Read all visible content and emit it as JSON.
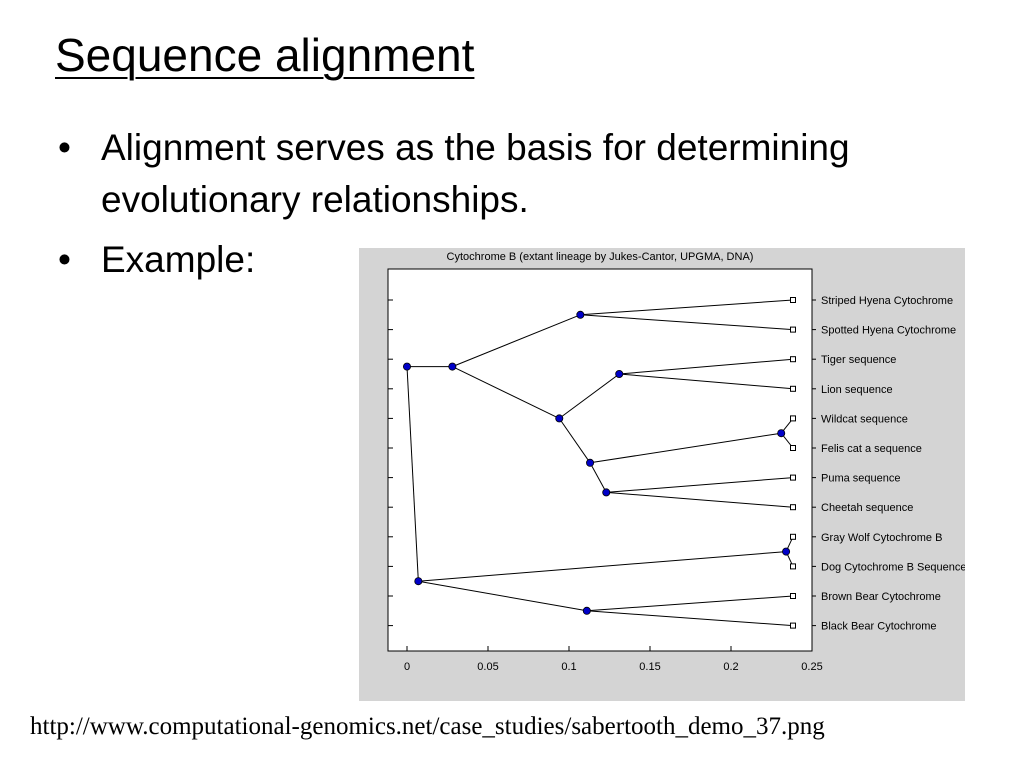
{
  "slide": {
    "title": "Sequence alignment",
    "bullets": [
      "Alignment serves as the basis for determining evolutionary relationships.",
      "Example:"
    ],
    "bullet_symbol": "•",
    "source": "http://www.computational-genomics.net/case_studies/sabertooth_demo_37.png"
  },
  "diagram": {
    "title": "Cytochrome B (extant lineage by Jukes-Cantor, UPGMA, DNA)",
    "x_ticks": [
      "0",
      "0.05",
      "0.1",
      "0.15",
      "0.2",
      "0.25"
    ],
    "x_range": [
      0,
      0.25
    ],
    "leaves": [
      "Striped Hyena Cytochrome",
      "Spotted Hyena Cytochrome",
      "Tiger sequence",
      "Lion sequence",
      "Wildcat sequence",
      "Felis cat a sequence",
      "Puma sequence",
      "Cheetah sequence",
      "Gray Wolf Cytochrome B",
      "Dog Cytochrome B Sequence",
      "Brown Bear Cytochrome",
      "Black Bear Cytochrome"
    ],
    "colors": {
      "node": "#0000c8",
      "leaf": "#ffffff",
      "background": "#d4d4d4",
      "plot": "#ffffff"
    }
  }
}
